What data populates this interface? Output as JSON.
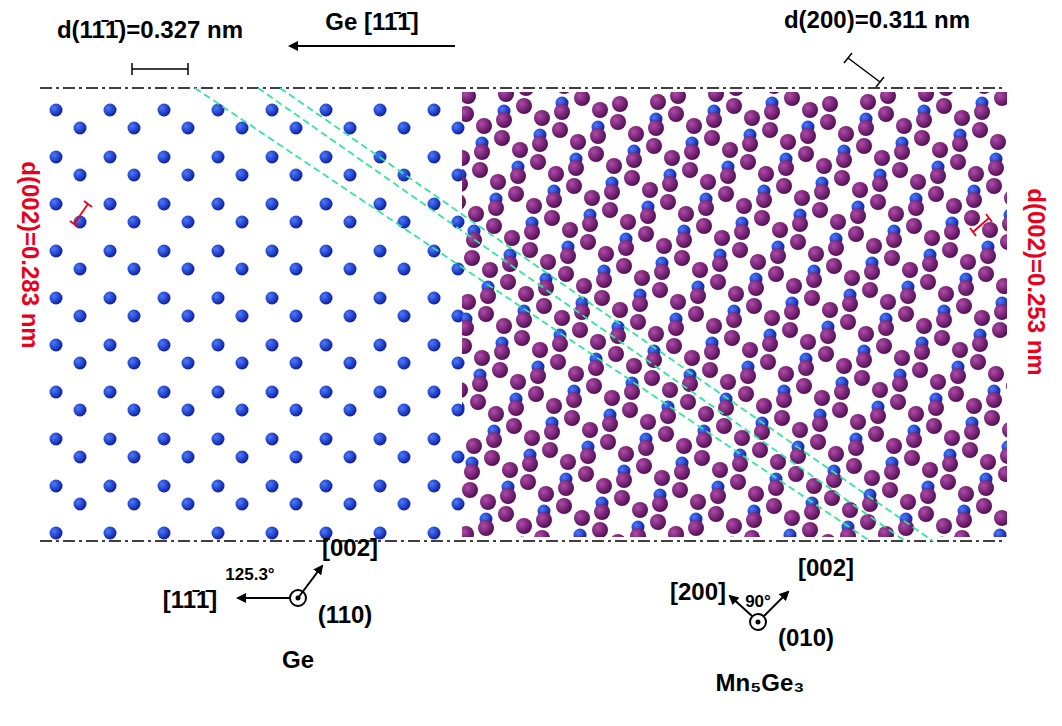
{
  "diagram": {
    "labels": [
      "d(11̄1̄)=0.327 nm",
      "Ge [11̄1̄]",
      "d(200)=0.311 nm",
      "d(002)=0.283 nm",
      "d(002)=0.253 nm",
      "[002]",
      "125.3°",
      "[11̄1̄]",
      "(110)",
      "Ge",
      "[200]",
      "90°",
      "[002]",
      "(010)",
      "Mn₅Ge₃"
    ]
  }
}
